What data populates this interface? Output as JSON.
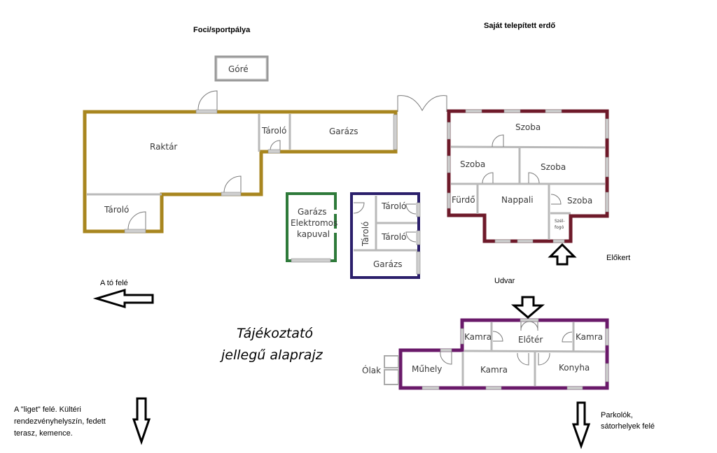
{
  "title": {
    "line1": "Tájékoztató",
    "line2": "jellegű alaprajz"
  },
  "surroundings": {
    "north_left": "Foci/sportpálya",
    "north_right": "Saját telepített erdő",
    "front_garden": "Előkert",
    "yard": "Udvar",
    "to_lake": "A tó felé",
    "to_grove": {
      "line1": "A \"liget\" felé. Kültéri",
      "line2": "rendezvényhelyszín, fedett",
      "line3": "terasz, kemence."
    },
    "to_parking": {
      "line1": "Parkolók,",
      "line2": "sátorhelyek felé"
    },
    "pens": "Ólak"
  },
  "buildings": {
    "gore": {
      "label": "Góré",
      "wall_color": "#9a9a9a"
    },
    "storage_building": {
      "wall_color": "#a8861f",
      "rooms": {
        "raktar": "Raktár",
        "tarolo_small": "Tároló",
        "garazs": "Garázs",
        "tarolo_bottom": "Tároló"
      }
    },
    "green_garage": {
      "wall_color": "#2e7a3a",
      "label_lines": [
        "Garázs",
        "Elektromos",
        "kapuval"
      ]
    },
    "blue_building": {
      "wall_color": "#2b1f6b",
      "rooms": {
        "tarolo_vertical": "Tároló",
        "tarolo_top": "Tároló",
        "tarolo_mid": "Tároló",
        "garazs": "Garázs"
      }
    },
    "main_house": {
      "wall_color": "#6e1a2a",
      "rooms": {
        "szoba_top": "Szoba",
        "szoba_left": "Szoba",
        "szoba_right": "Szoba",
        "furdo": "Fürdő",
        "nappali": "Nappali",
        "szoba_small": "Szoba",
        "szelfogo_1": "Szél-",
        "szelfogo_2": "fogó"
      }
    },
    "kitchen_building": {
      "wall_color": "#6a1a6a",
      "rooms": {
        "kamra_left": "Kamra",
        "eloter": "Előtér",
        "kamra_right": "Kamra",
        "muhely": "Műhely",
        "kamra_bottom": "Kamra",
        "konyha": "Konyha"
      }
    }
  }
}
